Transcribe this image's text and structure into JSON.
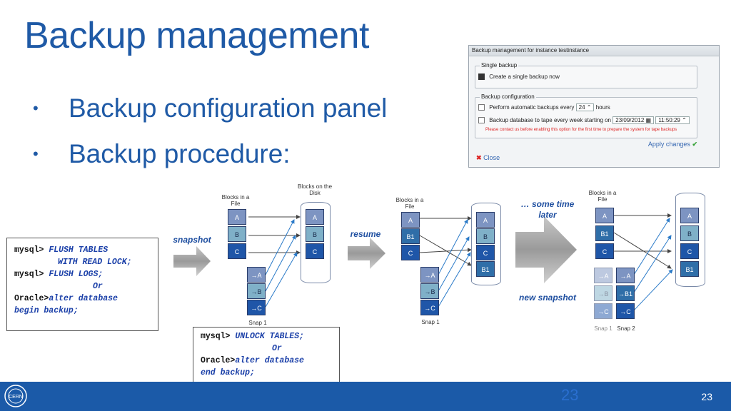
{
  "slide": {
    "title": "Backup management",
    "bullets": [
      "Backup configuration panel",
      "Backup procedure:"
    ],
    "page_number": "23",
    "page_number_ghost": "23"
  },
  "dialog": {
    "title": "Backup management for instance testinstance",
    "single_backup_legend": "Single backup",
    "create_single_backup": "Create a single backup now",
    "config_legend": "Backup configuration",
    "auto_backup_label": "Perform automatic backups every",
    "hours_value": "24",
    "hours_label": "hours",
    "tape_backup_label": "Backup database to tape every week starting on",
    "tape_date": "23/09/2012",
    "tape_time": "11:50:29",
    "tape_note": "Please contact us before enabling this option for the first time to prepare the system for tape backups",
    "apply_label": "Apply changes",
    "close_label": "Close"
  },
  "code_left": {
    "line1_prompt": "mysql>",
    "line1_cmd": "FLUSH TABLES",
    "line2_cmd": "WITH READ LOCK;",
    "line3_prompt": "mysql>",
    "line3_cmd": "FLUSH LOGS;",
    "or": "Or",
    "line5_prompt": "Oracle>",
    "line5_cmd": "alter database",
    "line6_cmd": "begin backup;"
  },
  "code_bottom": {
    "line1_prompt": "mysql>",
    "line1_cmd": "UNLOCK TABLES;",
    "or": "Or",
    "line3_prompt": "Oracle>",
    "line3_cmd": "alter database",
    "line4_cmd": "end backup;"
  },
  "diagram": {
    "blocks_in_file": "Blocks in a File",
    "blocks_on_disk": "Blocks on the Disk",
    "snapshot": "snapshot",
    "resume": "resume",
    "some_time_later": "… some time later",
    "new_snapshot": "new snapshot",
    "snap1": "Snap 1",
    "snap2": "Snap 2",
    "A": "A",
    "B": "B",
    "C": "C",
    "B1": "B1",
    "arrowA": "→A",
    "arrowB": "→B",
    "arrowC": "→C",
    "arrowB1": "→B1"
  },
  "colors": {
    "title": "#1f5aa6",
    "footer": "#1b5aa8",
    "accent_text": "#1f4fa0"
  }
}
